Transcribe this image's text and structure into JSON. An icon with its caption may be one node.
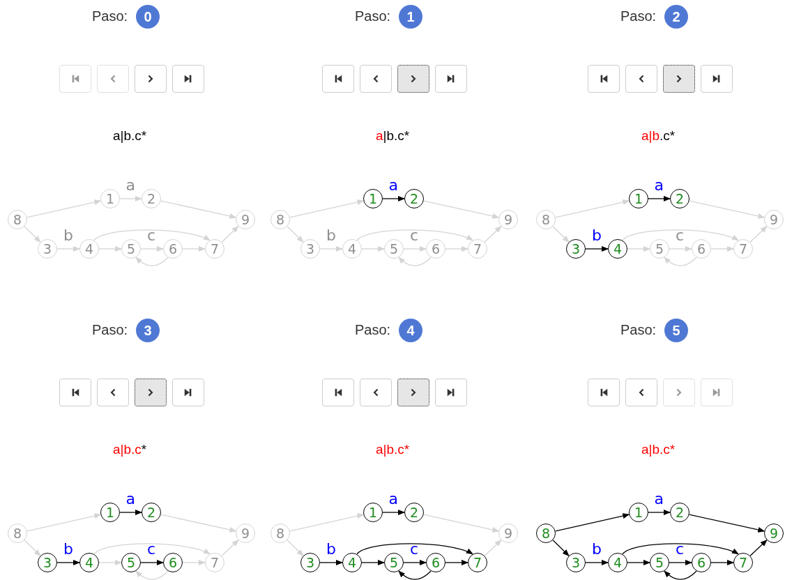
{
  "diagram": {
    "nodes": [
      {
        "text": [
          "0"
        ],
        "beside": [
          "Paso:"
        ]
      },
      {
        "text": [
          "1"
        ]
      },
      {
        "text": [
          "2"
        ]
      },
      {
        "text": [
          "8"
        ]
      },
      {
        "text": [
          "9"
        ]
      },
      {
        "text": [
          "3"
        ]
      },
      {
        "text": [
          "4"
        ]
      },
      {
        "text": [
          "5"
        ]
      },
      {
        "text": [
          "6"
        ]
      },
      {
        "text": [
          "7"
        ]
      },
      {
        "text": [
          "1"
        ],
        "beside": [
          "Paso:"
        ]
      },
      {
        "text": [
          "1"
        ]
      },
      {
        "text": [
          "2"
        ]
      },
      {
        "text": [
          "8"
        ]
      },
      {
        "text": [
          "9"
        ]
      },
      {
        "text": [
          "3"
        ]
      },
      {
        "text": [
          "4"
        ]
      },
      {
        "text": [
          "5"
        ]
      },
      {
        "text": [
          "6"
        ]
      },
      {
        "text": [
          "7"
        ]
      },
      {
        "text": [
          "2"
        ],
        "beside": [
          "Paso:"
        ]
      },
      {
        "text": [
          "1"
        ]
      },
      {
        "text": [
          "2"
        ]
      },
      {
        "text": [
          "8"
        ]
      },
      {
        "text": [
          "9"
        ]
      },
      {
        "text": [
          "3"
        ]
      },
      {
        "text": [
          "4"
        ]
      },
      {
        "text": [
          "5"
        ]
      },
      {
        "text": [
          "6"
        ]
      },
      {
        "text": [
          "7"
        ]
      },
      {
        "text": [
          "3"
        ],
        "beside": [
          "Paso:"
        ]
      },
      {
        "text": [
          "1"
        ]
      },
      {
        "text": [
          "2"
        ]
      },
      {
        "text": [
          "8"
        ]
      },
      {
        "text": [
          "9"
        ]
      },
      {
        "text": [
          "3"
        ]
      },
      {
        "text": [
          "4"
        ]
      },
      {
        "text": [
          "5"
        ]
      },
      {
        "text": [
          "6"
        ]
      },
      {
        "text": [
          "7"
        ]
      },
      {
        "text": [
          "4"
        ],
        "beside": [
          "Paso:"
        ]
      },
      {
        "text": [
          "1"
        ]
      },
      {
        "text": [
          "2"
        ]
      },
      {
        "text": [
          "8"
        ]
      },
      {
        "text": [
          "9"
        ]
      },
      {
        "text": [
          "3"
        ]
      },
      {
        "text": [
          "4"
        ]
      },
      {
        "text": [
          "5"
        ]
      },
      {
        "text": [
          "6"
        ]
      },
      {
        "text": [
          "7"
        ]
      },
      {
        "text": [
          "5"
        ],
        "beside": [
          "Paso:"
        ]
      },
      {
        "text": [
          "1"
        ]
      },
      {
        "text": [
          "2"
        ]
      },
      {
        "text": [
          "8"
        ]
      },
      {
        "text": [
          "9"
        ]
      },
      {
        "text": [
          "3"
        ]
      },
      {
        "text": [
          "4"
        ]
      },
      {
        "text": [
          "5"
        ]
      },
      {
        "text": [
          "6"
        ]
      },
      {
        "text": [
          "7"
        ]
      }
    ],
    "edges": [
      {
        "from": 3,
        "to": 1,
        "arrow": "to"
      },
      {
        "from": 1,
        "to": 2,
        "arrow": "to",
        "label": "a"
      },
      {
        "from": 2,
        "to": 4,
        "arrow": "to"
      },
      {
        "from": 3,
        "to": 5,
        "arrow": "to"
      },
      {
        "from": 5,
        "to": 6,
        "arrow": "to",
        "label": "b"
      },
      {
        "from": 6,
        "to": 7,
        "arrow": "to"
      },
      {
        "from": 7,
        "to": 8,
        "arrow": "to",
        "label": "c"
      },
      {
        "from": 8,
        "to": 7,
        "arrow": "to"
      },
      {
        "from": 8,
        "to": 9,
        "arrow": "to"
      },
      {
        "from": 6,
        "to": 9,
        "arrow": "to"
      },
      {
        "from": 9,
        "to": 4,
        "arrow": "to"
      },
      {
        "from": 13,
        "to": 11,
        "arrow": "to"
      },
      {
        "from": 11,
        "to": 12,
        "arrow": "to",
        "label": "a",
        "color": "#000000"
      },
      {
        "from": 12,
        "to": 14,
        "arrow": "to"
      },
      {
        "from": 13,
        "to": 15,
        "arrow": "to"
      },
      {
        "from": 15,
        "to": 16,
        "arrow": "to",
        "label": "b"
      },
      {
        "from": 16,
        "to": 17,
        "arrow": "to"
      },
      {
        "from": 17,
        "to": 18,
        "arrow": "to",
        "label": "c"
      },
      {
        "from": 18,
        "to": 17,
        "arrow": "to"
      },
      {
        "from": 18,
        "to": 19,
        "arrow": "to"
      },
      {
        "from": 16,
        "to": 19,
        "arrow": "to"
      },
      {
        "from": 19,
        "to": 14,
        "arrow": "to"
      },
      {
        "from": 23,
        "to": 21,
        "arrow": "to"
      },
      {
        "from": 21,
        "to": 22,
        "arrow": "to",
        "label": "a",
        "color": "#000000"
      },
      {
        "from": 22,
        "to": 24,
        "arrow": "to"
      },
      {
        "from": 23,
        "to": 25,
        "arrow": "to"
      },
      {
        "from": 25,
        "to": 26,
        "arrow": "to",
        "label": "b",
        "color": "#000000"
      },
      {
        "from": 26,
        "to": 27,
        "arrow": "to"
      },
      {
        "from": 27,
        "to": 28,
        "arrow": "to",
        "label": "c"
      },
      {
        "from": 28,
        "to": 27,
        "arrow": "to"
      },
      {
        "from": 28,
        "to": 29,
        "arrow": "to"
      },
      {
        "from": 26,
        "to": 29,
        "arrow": "to"
      },
      {
        "from": 29,
        "to": 24,
        "arrow": "to"
      },
      {
        "from": 33,
        "to": 31,
        "arrow": "to"
      },
      {
        "from": 31,
        "to": 32,
        "arrow": "to",
        "label": "a",
        "color": "#000000"
      },
      {
        "from": 32,
        "to": 34,
        "arrow": "to"
      },
      {
        "from": 33,
        "to": 35,
        "arrow": "to"
      },
      {
        "from": 35,
        "to": 36,
        "arrow": "to",
        "label": "b",
        "color": "#000000"
      },
      {
        "from": 36,
        "to": 37,
        "arrow": "to"
      },
      {
        "from": 37,
        "to": 38,
        "arrow": "to",
        "label": "c",
        "color": "#000000"
      },
      {
        "from": 38,
        "to": 37,
        "arrow": "to"
      },
      {
        "from": 38,
        "to": 39,
        "arrow": "to"
      },
      {
        "from": 36,
        "to": 39,
        "arrow": "to"
      },
      {
        "from": 39,
        "to": 34,
        "arrow": "to"
      },
      {
        "from": 43,
        "to": 41,
        "arrow": "to"
      },
      {
        "from": 41,
        "to": 42,
        "arrow": "to",
        "label": "a",
        "color": "#000000"
      },
      {
        "from": 42,
        "to": 44,
        "arrow": "to"
      },
      {
        "from": 43,
        "to": 45,
        "arrow": "to"
      },
      {
        "from": 45,
        "to": 46,
        "arrow": "to",
        "label": "b",
        "color": "#000000"
      },
      {
        "from": 46,
        "to": 47,
        "arrow": "to",
        "color": "#000000"
      },
      {
        "from": 47,
        "to": 48,
        "arrow": "to",
        "label": "c",
        "color": "#000000"
      },
      {
        "from": 48,
        "to": 47,
        "arrow": "to",
        "color": "#000000"
      },
      {
        "from": 48,
        "to": 49,
        "arrow": "to",
        "color": "#000000"
      },
      {
        "from": 46,
        "to": 49,
        "arrow": "to",
        "color": "#000000"
      },
      {
        "from": 49,
        "to": 44,
        "arrow": "to"
      },
      {
        "from": 53,
        "to": 51,
        "arrow": "to",
        "color": "#000000"
      },
      {
        "from": 51,
        "to": 52,
        "arrow": "to",
        "label": "a",
        "color": "#000000"
      },
      {
        "from": 52,
        "to": 54,
        "arrow": "to",
        "color": "#000000"
      },
      {
        "from": 53,
        "to": 55,
        "arrow": "to",
        "color": "#000000"
      },
      {
        "from": 55,
        "to": 56,
        "arrow": "to",
        "label": "b",
        "color": "#000000"
      },
      {
        "from": 56,
        "to": 57,
        "arrow": "to",
        "color": "#000000"
      },
      {
        "from": 57,
        "to": 58,
        "arrow": "to",
        "label": "c",
        "color": "#000000"
      },
      {
        "from": 58,
        "to": 57,
        "arrow": "to",
        "color": "#000000"
      },
      {
        "from": 58,
        "to": 59,
        "arrow": "to",
        "color": "#000000"
      },
      {
        "from": 56,
        "to": 59,
        "arrow": "to",
        "color": "#000000"
      },
      {
        "from": 59,
        "to": 54,
        "arrow": "to",
        "color": "#000000"
      }
    ],
    "labels": [
      "a|b.c*",
      "a|b.c*",
      "a|b.c*",
      "a|b.c*",
      "a|b.c*",
      "a|b.c*"
    ]
  }
}
